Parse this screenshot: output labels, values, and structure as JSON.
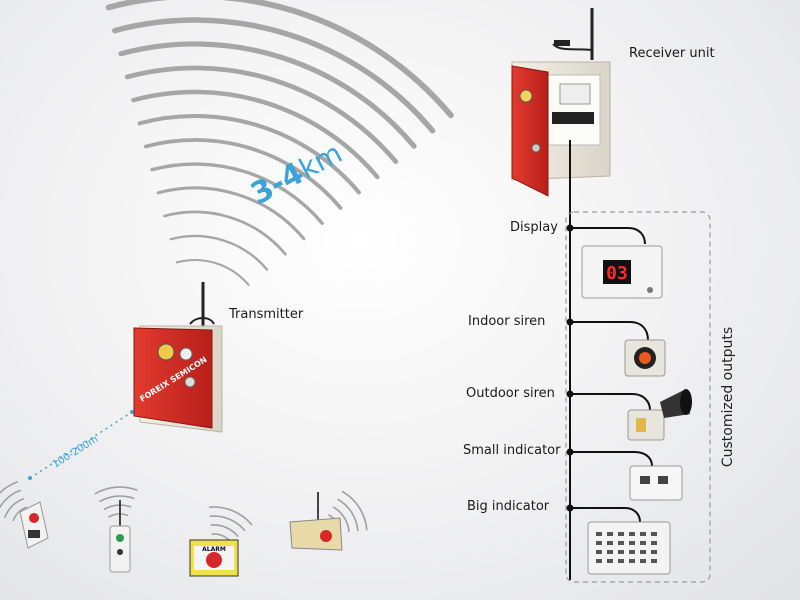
{
  "labels": {
    "receiver": "Receiver unit",
    "transmitter": "Transmitter",
    "range_main_number": "3-4",
    "range_main_unit": "km",
    "range_local": "100-200m",
    "display": "Display",
    "indoor_siren": "Indoor siren",
    "outdoor_siren": "Outdoor siren",
    "small_indicator": "Small indicator",
    "big_indicator": "Big indicator",
    "customized_outputs": "Customized outputs"
  },
  "devices": {
    "display_readout": "03",
    "transmitter_brand": "FOREIX SEMICON",
    "alarm_tag": "ALARM"
  },
  "colors": {
    "enclosure": "#e8e4d8",
    "door_red": "#d62828",
    "range_blue": "#3aa3d8",
    "wave_gray": "#9a9a9a",
    "bus_line": "#111111"
  }
}
